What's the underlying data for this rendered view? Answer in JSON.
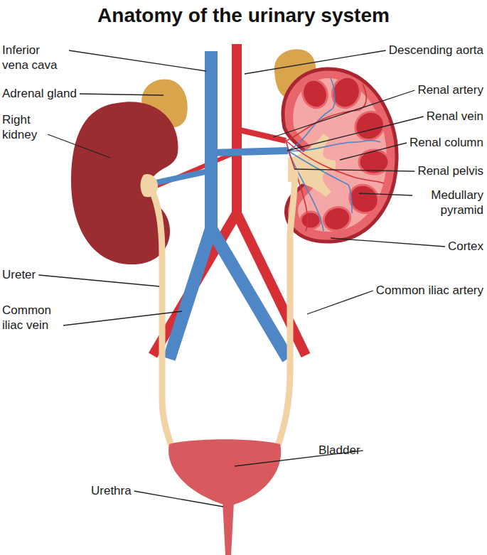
{
  "diagram": {
    "title": "Anatomy of the urinary system",
    "labels": [
      "Inferior vena cava",
      "Descending aorta",
      "Adrenal gland",
      "Renal artery",
      "Right kidney",
      "Renal vein",
      "Renal column",
      "Renal pelvis",
      "Medullary pyramid",
      "Cortex",
      "Ureter",
      "Common iliac artery",
      "Common iliac vein",
      "Bladder",
      "Urethra"
    ]
  }
}
